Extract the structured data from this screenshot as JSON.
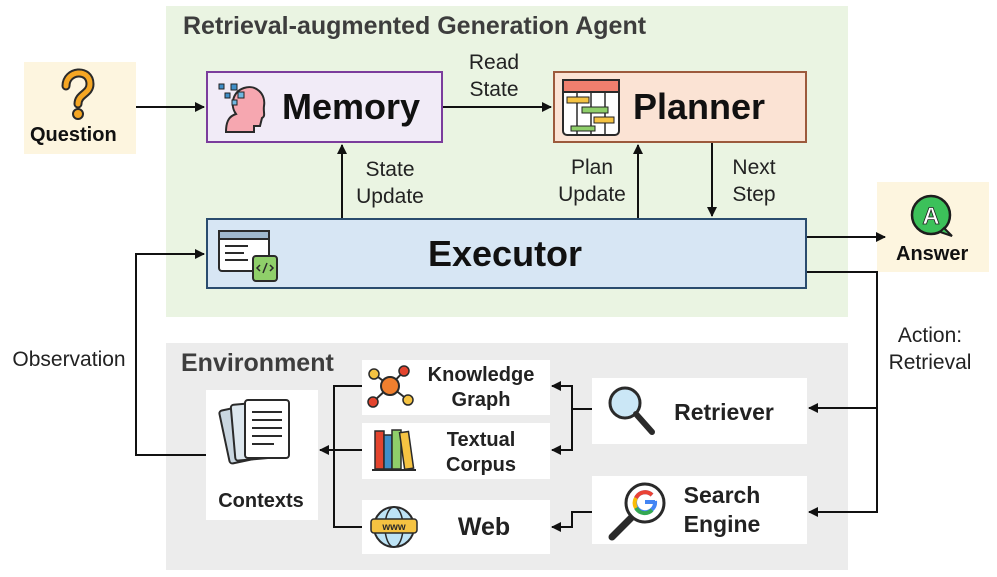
{
  "rag_panel": {
    "title": "Retrieval-augmented Generation Agent"
  },
  "environment_panel": {
    "title": "Environment"
  },
  "nodes": {
    "question": "Question",
    "answer": "Answer",
    "memory": "Memory",
    "planner": "Planner",
    "executor": "Executor",
    "knowledge_graph": "Knowledge Graph",
    "textual_corpus": "Textual Corpus",
    "web": "Web",
    "retriever": "Retriever",
    "search_engine": "Search Engine",
    "contexts": "Contexts"
  },
  "edges": {
    "read_state": "Read State",
    "state_update": "State Update",
    "plan_update": "Plan Update",
    "next_step": "Next Step",
    "action_retrieval": "Action: Retrieval",
    "observation": "Observation"
  },
  "icons": {
    "question": "question-mark-icon",
    "answer": "answer-bubble-icon",
    "memory": "brain-head-icon",
    "planner": "calendar-gantt-icon",
    "executor": "code-window-icon",
    "knowledge_graph": "network-nodes-icon",
    "textual_corpus": "books-icon",
    "web": "globe-www-icon",
    "retriever": "magnifier-icon",
    "search_engine": "google-search-icon",
    "contexts": "documents-stack-icon"
  },
  "colors": {
    "rag_panel_bg": "#eaf4e2",
    "environment_bg": "#ececec",
    "memory_border": "#7b3c9c",
    "planner_border": "#9c5a3c",
    "executor_border": "#2a4c6e"
  }
}
